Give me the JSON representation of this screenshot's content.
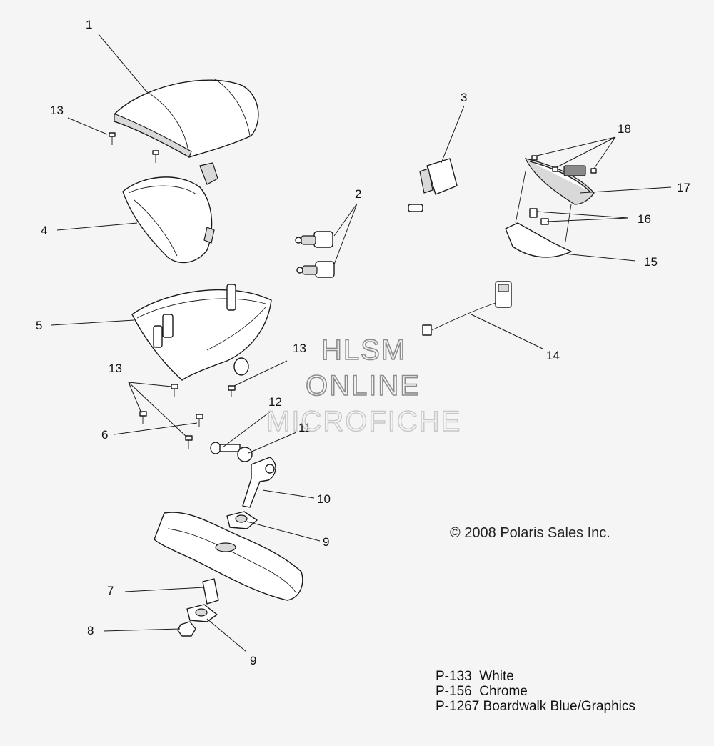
{
  "callouts": {
    "c1": "1",
    "c2": "2",
    "c3": "3",
    "c4": "4",
    "c5": "5",
    "c6": "6",
    "c7": "7",
    "c8": "8",
    "c9a": "9",
    "c9b": "9",
    "c10": "10",
    "c11": "11",
    "c12": "12",
    "c13a": "13",
    "c13b": "13",
    "c13c": "13",
    "c14": "14",
    "c15": "15",
    "c16": "16",
    "c17": "17",
    "c18": "18"
  },
  "watermark": {
    "line1": "HLSM",
    "line2": "ONLINE",
    "line3": "MICROFICHE"
  },
  "copyright": "© 2008 Polaris Sales Inc.",
  "color_notes": [
    "P-133  White",
    "P-156  Chrome",
    "P-1267 Boardwalk Blue/Graphics"
  ]
}
